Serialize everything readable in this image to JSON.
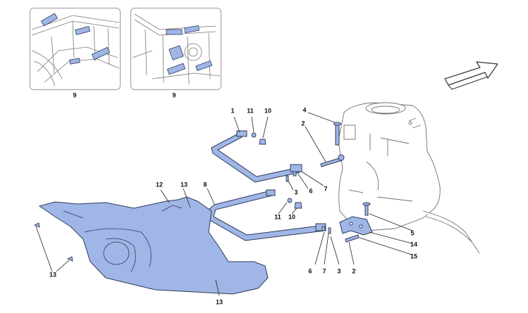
{
  "callouts": {
    "inset_left": "9",
    "inset_right": "9",
    "c1": "1",
    "c11a": "11",
    "c10a": "10",
    "c4": "4",
    "c2a": "2",
    "c8": "8",
    "c12": "12",
    "c13a": "13",
    "c3a": "3",
    "c6a": "6",
    "c7a": "7",
    "c11b": "11",
    "c10b": "10",
    "c5": "5",
    "c14": "14",
    "c15": "15",
    "c13b": "13",
    "c6b": "6",
    "c7b": "7",
    "c3b": "3",
    "c2b": "2",
    "c13c": "13"
  },
  "colors": {
    "part_fill": "#9fb6e6",
    "part_stroke": "#2c3a5a",
    "outline": "#6f6f6f",
    "label": "#111111"
  },
  "icons": {
    "direction_arrow": "direction-arrow-icon"
  }
}
